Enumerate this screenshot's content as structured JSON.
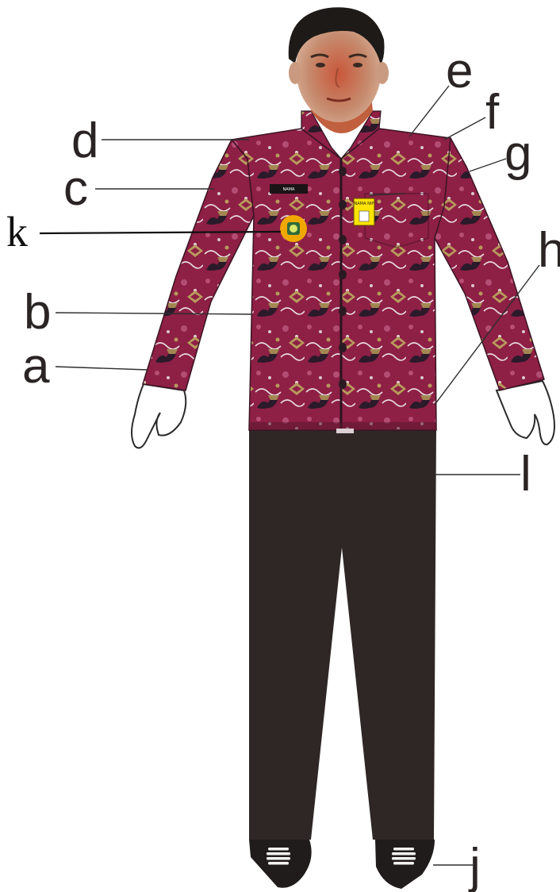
{
  "labels": {
    "a": "a",
    "b": "b",
    "c": "c",
    "d": "d",
    "e": "e",
    "f": "f",
    "g": "g",
    "h": "h",
    "j": "j",
    "k": "k",
    "l": "l"
  },
  "badges": {
    "name_plate": "NAMA",
    "id_card": "NAMA NIP"
  },
  "colors": {
    "batik_base": "#8e1f45",
    "batik_dark": "#2a1a2a",
    "batik_gold": "#b89a5c",
    "trousers": "#2f2726",
    "skin": "#c99a80",
    "hair": "#1e1a18",
    "pin_gold": "#f0a800",
    "id_card_yellow": "#ffe400"
  }
}
